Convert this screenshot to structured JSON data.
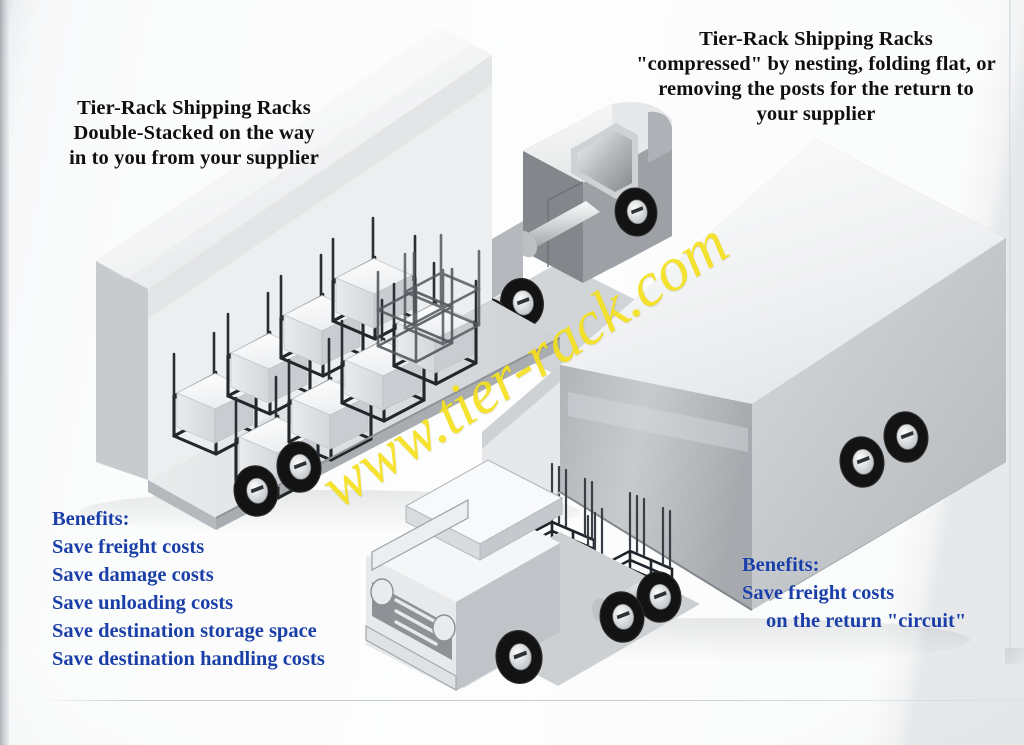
{
  "page": {
    "background_color": "#fbfcfc",
    "heading_color": "#100f0f",
    "benefits_color": "#1b3fa8",
    "watermark_color": "#f5e11e",
    "trailer_body_color": "#b9bcc0",
    "trailer_top_color": "#eef0f1",
    "rack_color": "#1d2227",
    "tire_color": "#141414"
  },
  "headings": {
    "left": {
      "line1": "Tier-Rack Shipping Racks",
      "line2": "Double-Stacked on the way",
      "line3": "in to you from your supplier"
    },
    "right": {
      "line1": "Tier-Rack Shipping Racks",
      "line2": "\"compressed\" by nesting, folding flat, or",
      "line3": "removing the posts for the return to",
      "line4": "your supplier"
    }
  },
  "benefits_left": {
    "title": "Benefits:",
    "items": [
      "Save freight costs",
      "Save damage costs",
      "Save unloading costs",
      "Save destination storage space",
      "Save destination handling costs"
    ]
  },
  "benefits_right": {
    "title": "Benefits:",
    "items": [
      "Save freight costs",
      "on the return \"circuit\""
    ]
  },
  "watermark": {
    "text": "www.tier-rack.com"
  },
  "artwork": {
    "outbound_truck": {
      "label": "loaded-semi-truck-outbound",
      "cargo": "double-stacked shipping racks with white crates",
      "rack_stacks": 8,
      "empty_racks_visible": 2
    },
    "return_truck": {
      "label": "return-semi-truck-inbound",
      "cargo": "collapsed and nested shipping racks",
      "collapsed_rack_stacks": 2
    }
  }
}
